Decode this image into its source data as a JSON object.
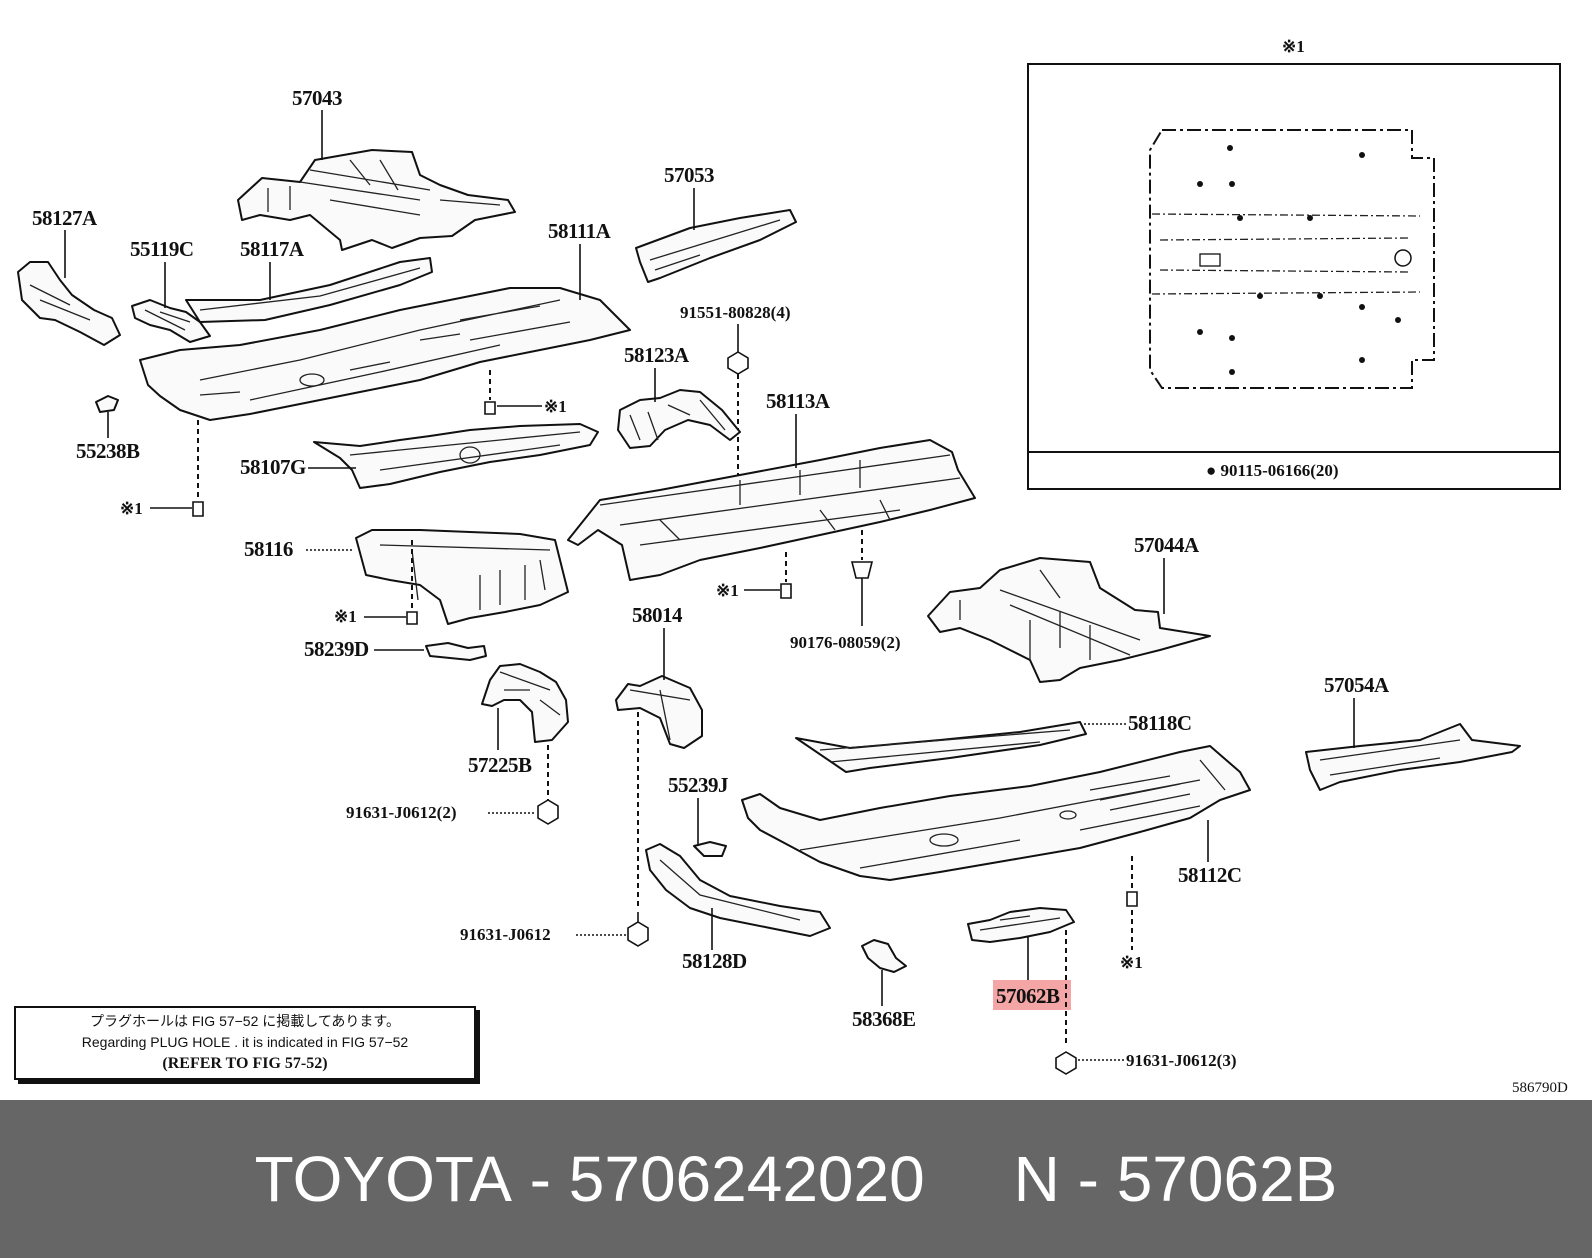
{
  "labels": {
    "p57043": "57043",
    "p58127A": "58127A",
    "p55119C": "55119C",
    "p58117A": "58117A",
    "p57053": "57053",
    "p58111A": "58111A",
    "p91551": "91551-80828(4)",
    "p58123A": "58123A",
    "p58113A": "58113A",
    "p55238B": "55238B",
    "p58107G": "58107G",
    "p58116": "58116",
    "p58239D": "58239D",
    "p57225B": "57225B",
    "p58014": "58014",
    "p90176": "90176-08059(2)",
    "p57044A": "57044A",
    "p57054A": "57054A",
    "p58118C": "58118C",
    "p55239J": "55239J",
    "p58112C": "58112C",
    "p91631a": "91631-J0612(2)",
    "p91631b": "91631-J0612",
    "p58128D": "58128D",
    "p58368E": "58368E",
    "p57062B": "57062B",
    "p91631c": "91631-J0612(3)",
    "mark": "※1",
    "inset_title": "※1",
    "inset_caption": "● 90115-06166(20)",
    "code": "586790D"
  },
  "note": {
    "line1": "プラグホールは FIG 57−52 に掲載してあります。",
    "line2": "Regarding PLUG HOLE . it is indicated in FIG 57−52",
    "line3": "(REFER TO FIG 57-52)"
  },
  "footer": {
    "brand": "TOYOTA",
    "sep1": " - ",
    "part_number": "5706242020",
    "gap": "     ",
    "n": "N",
    "sep2": " - ",
    "ref": "57062B"
  },
  "colors": {
    "highlight": "#f4a6a6",
    "footer_bg": "#666666",
    "footer_text": "#ffffff"
  }
}
